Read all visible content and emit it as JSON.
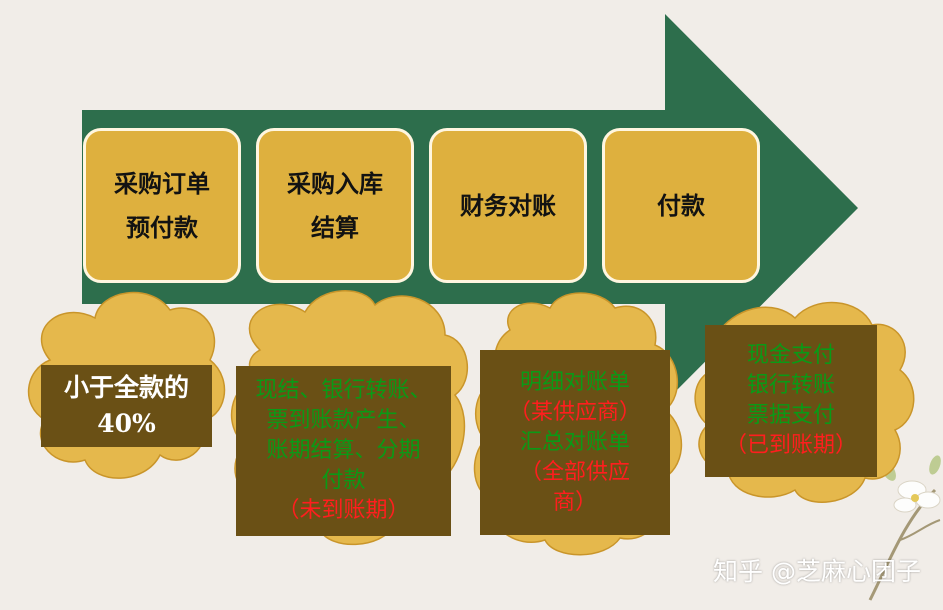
{
  "steps": [
    {
      "label": "采购订单\n预付款"
    },
    {
      "label": "采购入库\n结算"
    },
    {
      "label": "财务对账"
    },
    {
      "label": "付款"
    }
  ],
  "notes": [
    {
      "lines": [
        "小于全款的",
        "40%"
      ]
    },
    {
      "lines": [
        "现结、银行转账、",
        "票到账款产生、",
        "账期结算、分期",
        "付款",
        "（未到账期）"
      ]
    },
    {
      "lines": [
        "明细对账单",
        "（某供应商）",
        "汇总对账单",
        "（全部供应",
        "商）"
      ]
    },
    {
      "lines": [
        "现金支付",
        "银行转账",
        "票据支付",
        "（已到账期）"
      ]
    }
  ],
  "watermark": "知乎 @芝麻心团子",
  "colors": {
    "background": "#f1ede8",
    "arrow": "#2d6e4c",
    "step_fill": "#deb03e",
    "cloud_fill": "#e5b84c",
    "note_box": "#6a5015",
    "green_text": "#0a9a16",
    "red_text": "#ff1e1e"
  }
}
